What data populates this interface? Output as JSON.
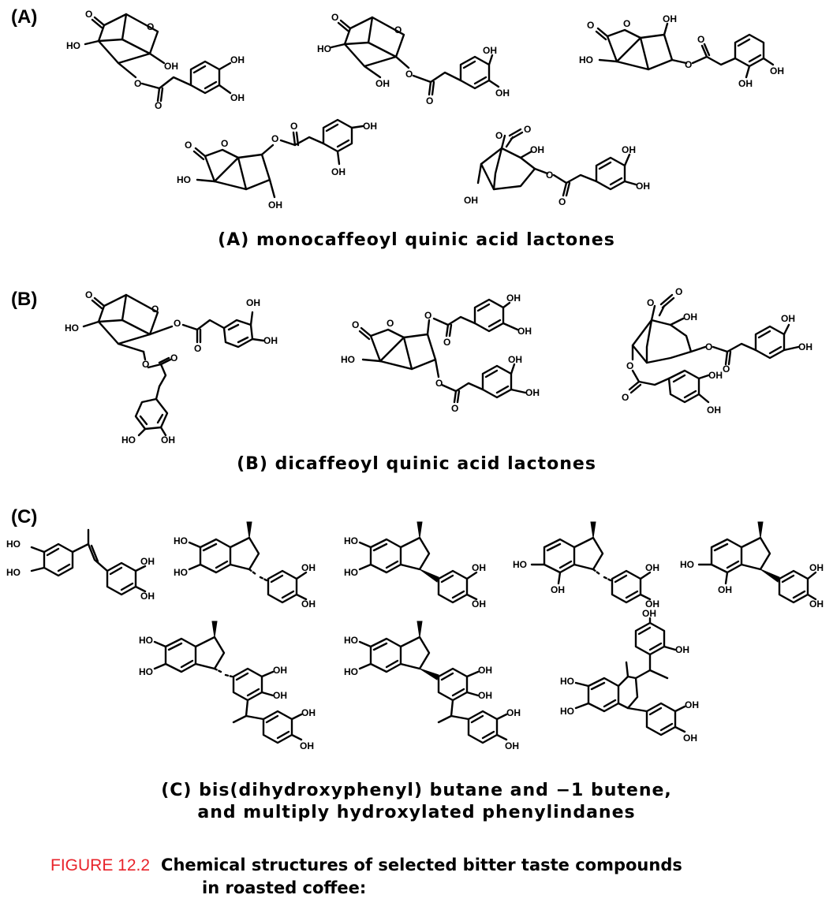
{
  "panels": {
    "a": {
      "label": "(A)",
      "caption": "(A) monocaffeoyl quinic acid lactones"
    },
    "b": {
      "label": "(B)",
      "caption": "(B) dicaffeoyl quinic acid lactones"
    },
    "c": {
      "label": "(C)",
      "caption_line1": "(C) bis(dihydroxyphenyl) butane and −1 butene,",
      "caption_line2": "and multiply hydroxylated phenylindanes"
    }
  },
  "atoms": {
    "o": "O",
    "oh": "OH",
    "ho": "HO"
  },
  "figure": {
    "number": "FIGURE 12.2",
    "text_line1": "Chemical structures of selected bitter taste compounds",
    "text_line2": "in roasted coffee:"
  }
}
